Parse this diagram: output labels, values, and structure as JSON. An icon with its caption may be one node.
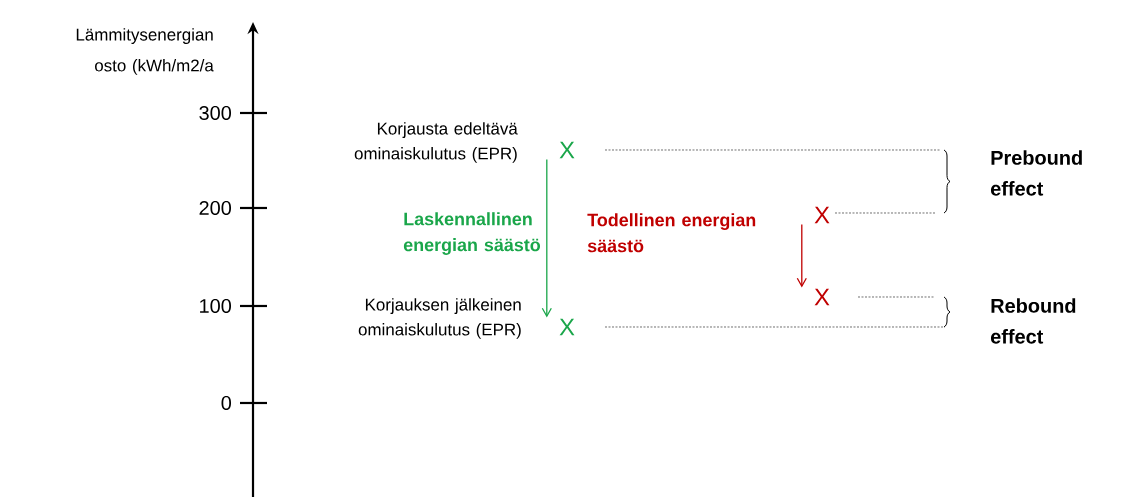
{
  "diagram": {
    "nodes": [
      {
        "text": [
          "X"
        ],
        "beside": [
          "Korjausta edeltävä ominaiskulutus (EPR)"
        ]
      },
      {
        "text": [
          "X"
        ],
        "beside": [
          "Korjauksen jälkeinen ominaiskulutus (EPR)"
        ]
      },
      {
        "text": [
          "X"
        ]
      },
      {
        "text": [
          "X"
        ]
      }
    ],
    "edges": [
      {
        "from": 0,
        "to": 1,
        "arrow": "to",
        "label": "Laskennallinen energian säästö",
        "color": "#1aa64a"
      },
      {
        "from": 2,
        "to": 3,
        "arrow": "to",
        "label": "Todellinen energian säästö",
        "color": "#c00000"
      }
    ],
    "labels": [
      "Lämmitysenergian osto (kWh/m2/a",
      "300",
      "200",
      "100",
      "0",
      "Prebound effect",
      "Rebound effect"
    ]
  }
}
